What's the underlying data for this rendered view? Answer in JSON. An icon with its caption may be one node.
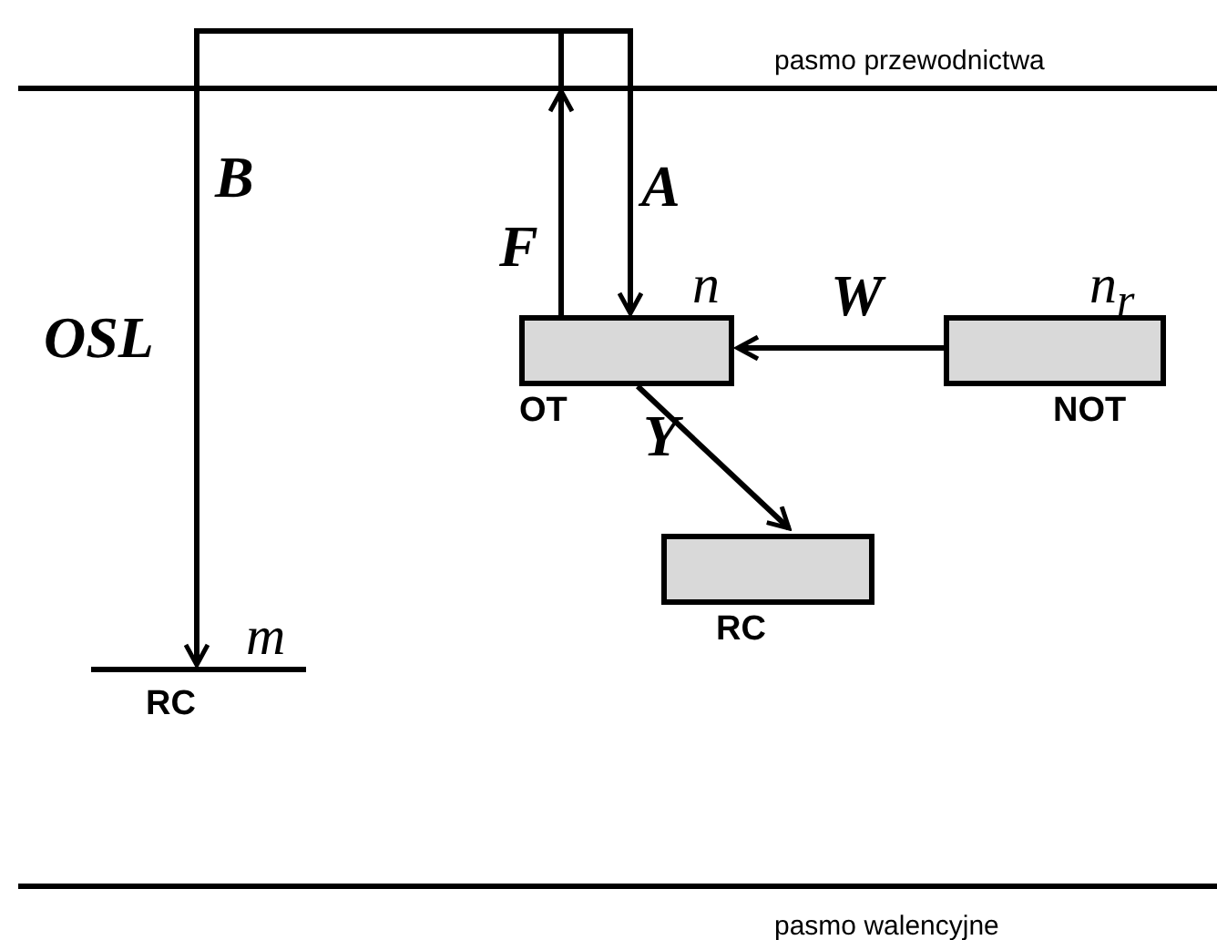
{
  "diagram": {
    "nodes": [
      {
        "text": [
          "pasmo przewodnictwa"
        ]
      },
      {
        "text": [
          "OT"
        ],
        "beside": [
          "n"
        ]
      },
      {
        "text": [
          "NOT"
        ],
        "beside": [
          "n$_{r}$"
        ]
      },
      {
        "text": [
          "RC"
        ]
      },
      {
        "text": [
          "RC"
        ],
        "beside": [
          "m"
        ]
      },
      {
        "text": [
          "pasmo walencyjne"
        ]
      }
    ],
    "edges": [
      {
        "from": 1,
        "to": 0,
        "arrow": "to",
        "label": "F"
      },
      {
        "from": 0,
        "to": 1,
        "arrow": "to",
        "label": "A"
      },
      {
        "from": 0,
        "to": 4,
        "arrow": "to",
        "label": "B"
      },
      {
        "from": 2,
        "to": 1,
        "arrow": "to",
        "label": "W"
      },
      {
        "from": 1,
        "to": 3,
        "arrow": "to",
        "label": "Y"
      }
    ],
    "labels": [
      "OSL"
    ]
  }
}
